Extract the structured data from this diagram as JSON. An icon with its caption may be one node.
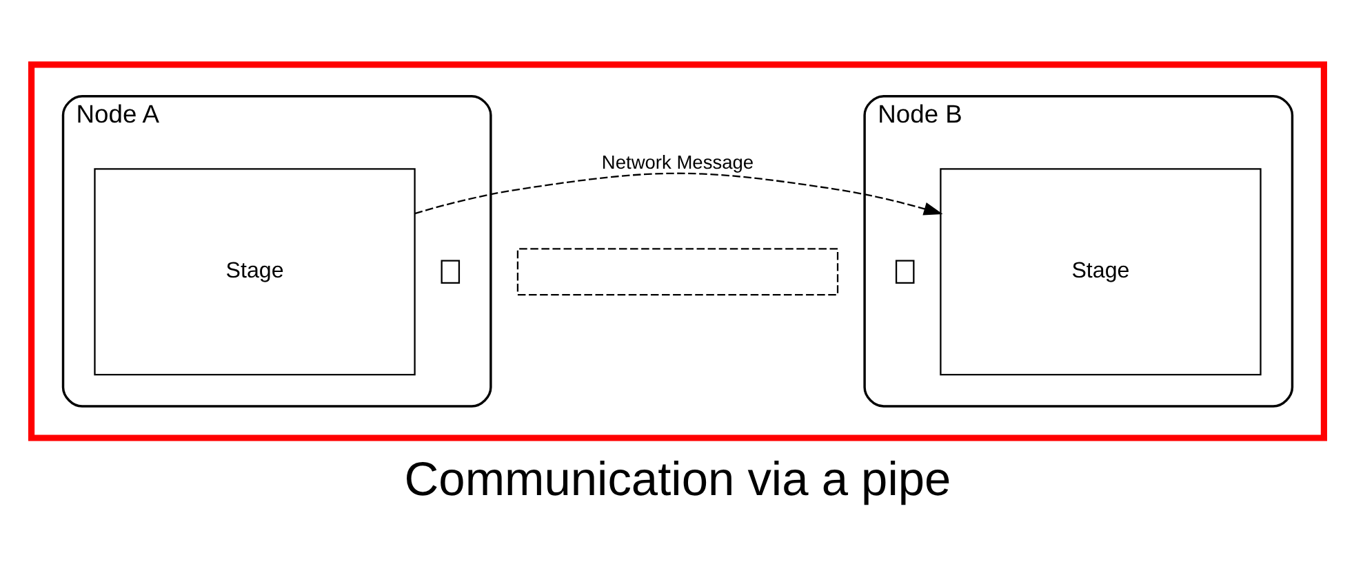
{
  "diagram": {
    "caption": "Communication via a pipe",
    "nodes": [
      {
        "text": [],
        "shape": "box"
      },
      {
        "text": [
          "Node A"
        ],
        "in": 0
      },
      {
        "text": [
          "Stage"
        ],
        "in": 1
      },
      {
        "text": [
          "Node B"
        ],
        "in": 0
      },
      {
        "text": [
          "Stage"
        ],
        "in": 3
      },
      {
        "text": [],
        "shape": "box",
        "in": 1
      },
      {
        "text": [],
        "shape": "box",
        "in": 0
      },
      {
        "text": [],
        "shape": "box",
        "in": 3
      }
    ],
    "edges": [
      {
        "from": 2,
        "to": 4,
        "arrow": "to",
        "label": "Network Message",
        "style": "dashed"
      }
    ]
  }
}
